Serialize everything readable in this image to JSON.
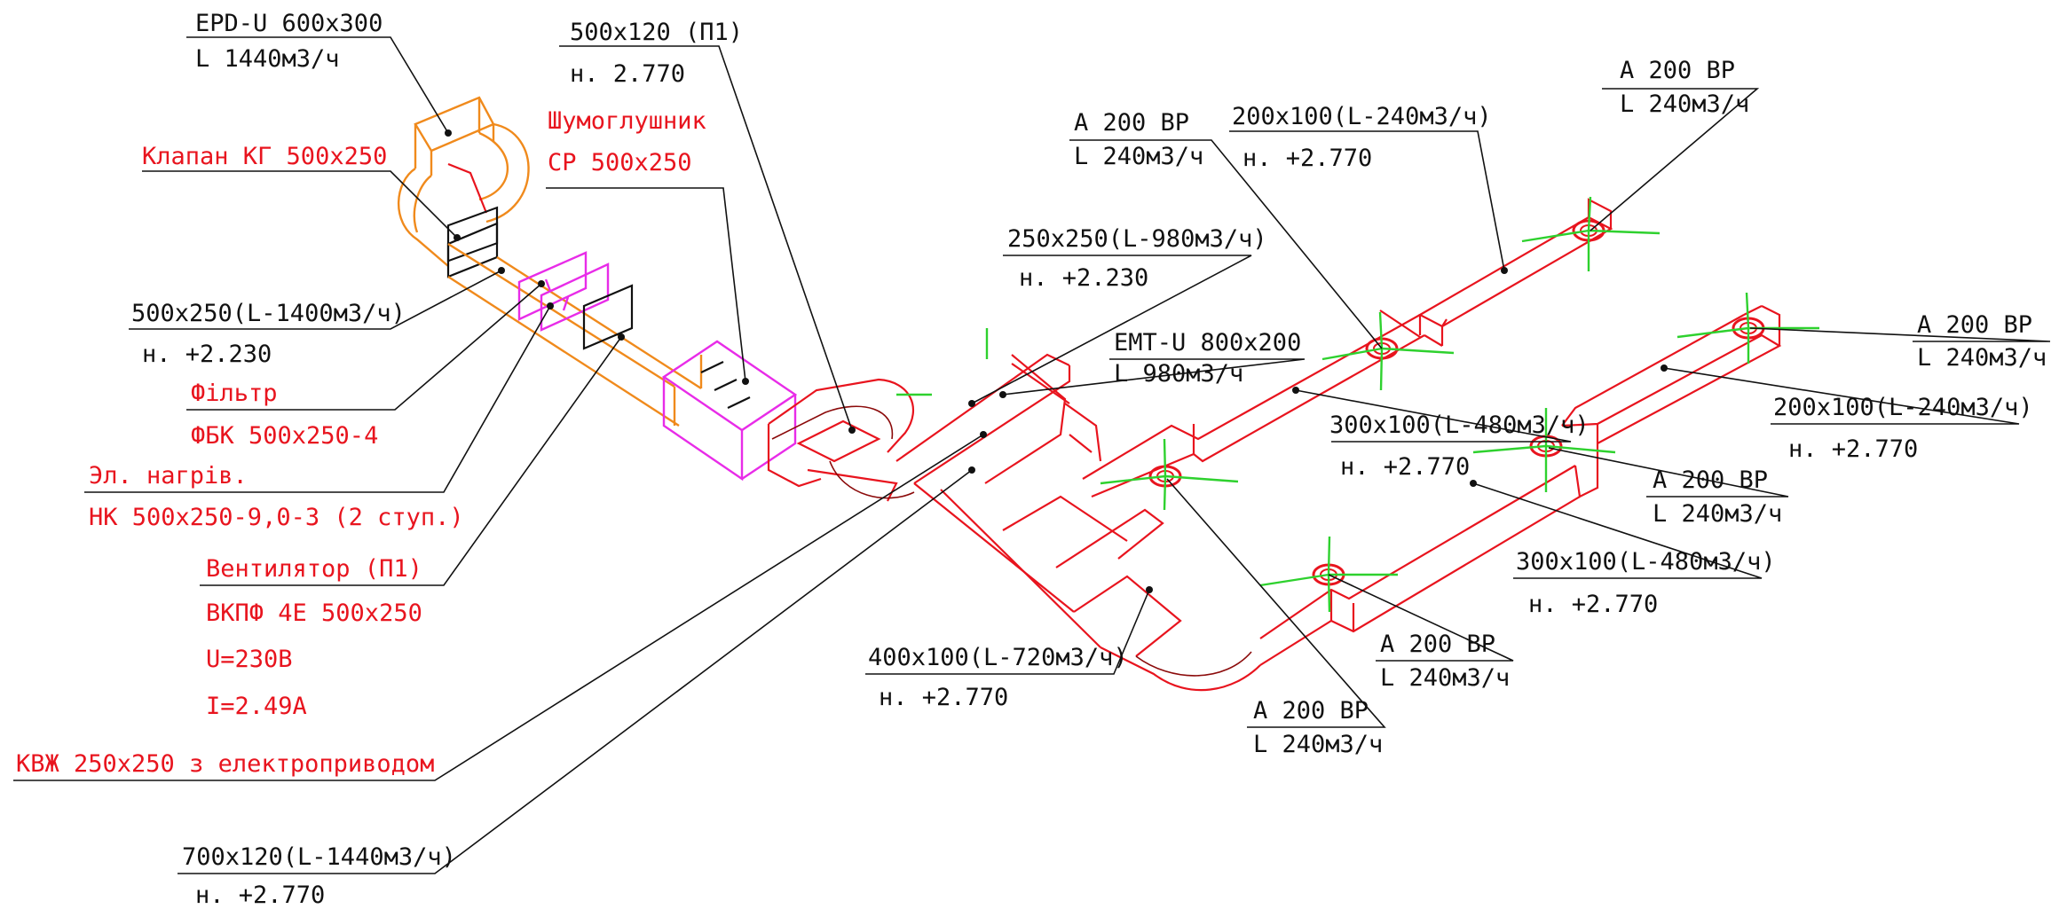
{
  "annotations": {
    "epd_u_title": "EPD-U 600x300",
    "epd_u_flow": "L 1440м3/ч",
    "valve_kg": "Клапан КГ 500x250",
    "duct_500x250": "500x250(L-1400м3/ч)",
    "duct_500x250_level": "н. +2.230",
    "filter_title": "Фільтр",
    "filter_model": "ФБК 500x250-4",
    "heater_title": "Эл. нагрів.",
    "heater_model": "НК 500x250-9,0-3 (2 ступ.)",
    "fan_title": "Вентилятор (П1)",
    "fan_model": "ВКПФ 4Е 500x250",
    "fan_voltage": "U=230В",
    "fan_current": "I=2.49А",
    "damper_kvzh": "КВЖ 250x250 з електроприводом",
    "duct_700x120": "700x120(L-1440м3/ч)",
    "duct_700x120_level": "н. +2.770",
    "duct_500x120": "500x120 (П1)",
    "duct_500x120_level": "н. 2.770",
    "silencer_title": "Шумоглушник",
    "silencer_model": "СР 500x250",
    "duct_250x250": "250x250(L-980м3/ч)",
    "duct_250x250_level": "н. +2.230",
    "emt_u_title": "EMT-U 800x200",
    "emt_u_flow": "L 980м3/ч",
    "duct_400x100": "400x100(L-720м3/ч)",
    "duct_400x100_level": "н. +2.770",
    "diff_a1_title": "А 200 ВР",
    "diff_a1_flow": "L 240м3/ч",
    "duct_200x100_a": "200x100(L-240м3/ч)",
    "duct_200x100_a_level": "н. +2.770",
    "diff_a2_title": "А 200 ВР",
    "diff_a2_flow": "L 240м3/ч",
    "diff_a3_title": "А 200 ВР",
    "diff_a3_flow": "L 240м3/ч",
    "duct_200x100_b": "200x100(L-240м3/ч)",
    "duct_200x100_b_level": "н. +2.770",
    "duct_300x100_a": "300x100(L-480м3/ч)",
    "duct_300x100_a_level": "н. +2.770",
    "diff_a4_title": "А 200 ВР",
    "diff_a4_flow": "L 240м3/ч",
    "duct_300x100_b": "300x100(L-480м3/ч)",
    "duct_300x100_b_level": "н. +2.770",
    "diff_a5_title": "А 200 ВР",
    "diff_a5_flow": "L 240м3/ч",
    "diff_a6_title": "А 200 ВР",
    "diff_a6_flow": "L 240м3/ч"
  },
  "colors": {
    "duct": "#e8141e",
    "intake": "#f08a1c",
    "equipment": "#e82ce8",
    "diffuser_arrows": "#2ed12e",
    "text_black": "#111111",
    "text_red": "#e8141e"
  }
}
